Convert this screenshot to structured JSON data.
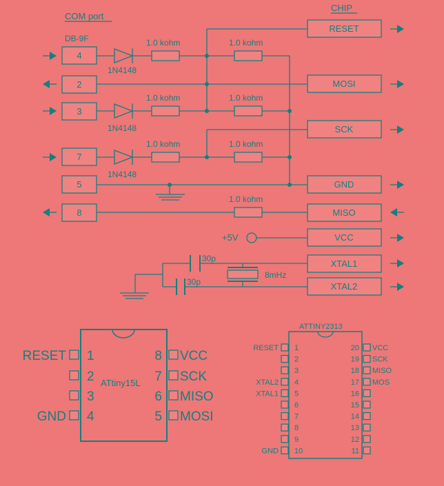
{
  "schematic": {
    "com_port_label": "COM port",
    "chip_label": "CHIP",
    "connector_label": "DB-9F",
    "resistor_label": "1.0 kohm",
    "diode_label": "1N4148",
    "supply_label": "+5V",
    "cap_label": "30p",
    "crystal_label": "8mHz",
    "com_pins": [
      "4",
      "2",
      "3",
      "7",
      "5",
      "8"
    ],
    "chip_signals": [
      "RESET",
      "MOSI",
      "SCK",
      "GND",
      "MISO",
      "VCC",
      "XTAL1",
      "XTAL2"
    ]
  },
  "attiny15": {
    "name": "ATtiny15L",
    "left_pins": [
      {
        "num": "1",
        "label": "RESET"
      },
      {
        "num": "2",
        "label": ""
      },
      {
        "num": "3",
        "label": ""
      },
      {
        "num": "4",
        "label": "GND"
      }
    ],
    "right_pins": [
      {
        "num": "8",
        "label": "VCC"
      },
      {
        "num": "7",
        "label": "SCK"
      },
      {
        "num": "6",
        "label": "MISO"
      },
      {
        "num": "5",
        "label": "MOSI"
      }
    ]
  },
  "attiny2313": {
    "name": "ATTINY2313",
    "left_pins": [
      {
        "num": "1",
        "label": "RESET"
      },
      {
        "num": "2",
        "label": ""
      },
      {
        "num": "3",
        "label": ""
      },
      {
        "num": "4",
        "label": "XTAL2"
      },
      {
        "num": "5",
        "label": "XTAL1"
      },
      {
        "num": "6",
        "label": ""
      },
      {
        "num": "7",
        "label": ""
      },
      {
        "num": "8",
        "label": ""
      },
      {
        "num": "9",
        "label": ""
      },
      {
        "num": "10",
        "label": "GND"
      }
    ],
    "right_pins": [
      {
        "num": "20",
        "label": "VCC"
      },
      {
        "num": "19",
        "label": "SCK"
      },
      {
        "num": "18",
        "label": "MISO"
      },
      {
        "num": "17",
        "label": "MOS"
      },
      {
        "num": "16",
        "label": ""
      },
      {
        "num": "15",
        "label": ""
      },
      {
        "num": "14",
        "label": ""
      },
      {
        "num": "13",
        "label": ""
      },
      {
        "num": "12",
        "label": ""
      },
      {
        "num": "11",
        "label": ""
      }
    ]
  }
}
